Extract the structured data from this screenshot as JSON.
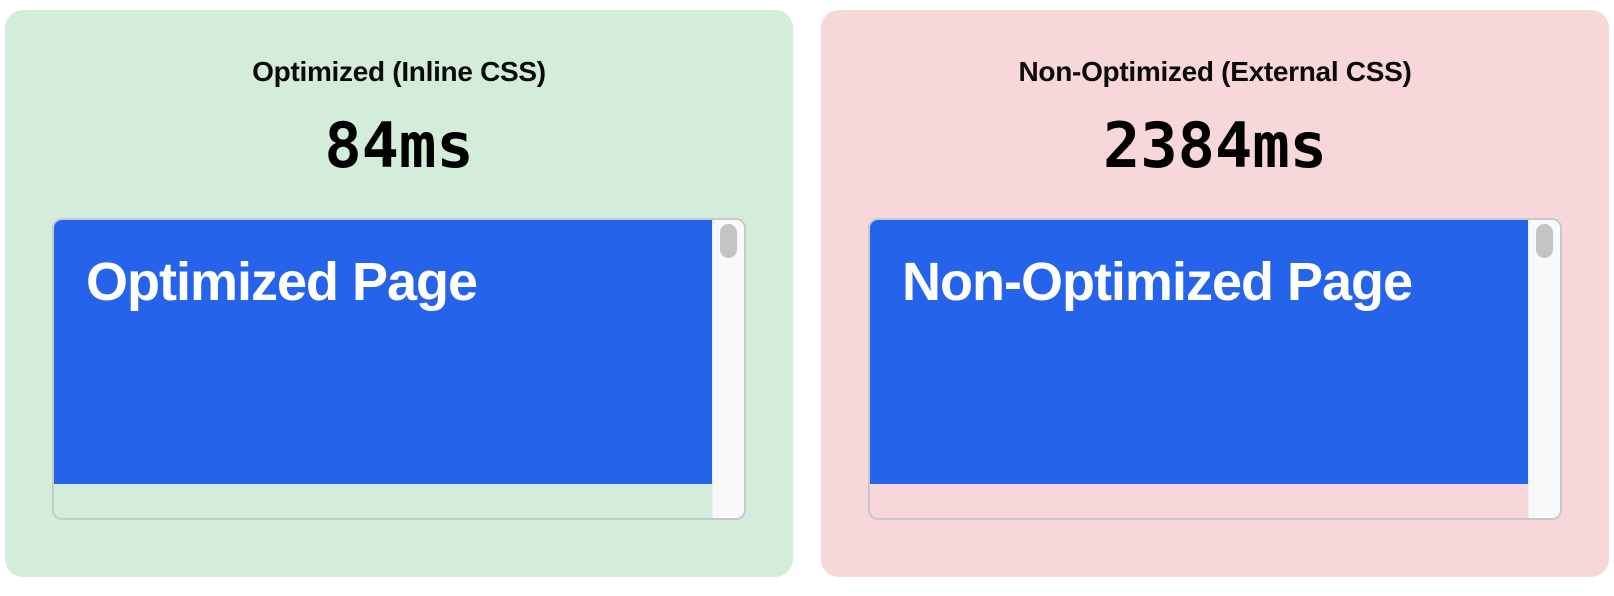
{
  "panels": [
    {
      "title": "Optimized (Inline CSS)",
      "load_time": "84ms",
      "page_heading": "Optimized Page",
      "bg_color": "#d4edda"
    },
    {
      "title": "Non-Optimized (External CSS)",
      "load_time": "2384ms",
      "page_heading": "Non-Optimized Page",
      "bg_color": "#f8d7da"
    }
  ],
  "colors": {
    "page_bg": "#ffffff",
    "optimized_panel_bg": "#d4edda",
    "non_optimized_panel_bg": "#f8d7da",
    "preview_page_bg": "#2563eb",
    "preview_heading_text": "#ffffff",
    "frame_border": "#c8cac9",
    "scrollbar_track": "#f8f9fa",
    "scrollbar_thumb": "#c4c4c4",
    "title_text": "#0b0b0b"
  }
}
